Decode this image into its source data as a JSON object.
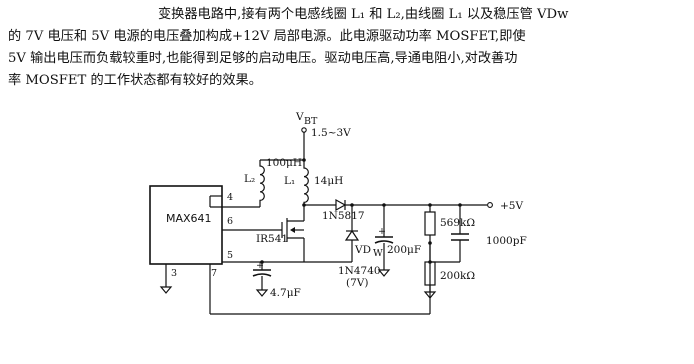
{
  "text": {
    "line1": "变换器电路中,接有两个电感线圈 L₁ 和 L₂,由线圈 L₁ 以及稳压管 VDw",
    "line2": "的 7V 电压和 5V 电源的电压叠加构成+12V 局部电源。此电源驱动功率 MOSFET,即使",
    "line3": "5V 输出电压而负载较重时,也能得到足够的启动电压。驱动电压高,导通电阻小,对改善功",
    "line4": "率 MOSFET 的工作状态都有较好的效果。"
  },
  "diagram": {
    "vbt_label": "V",
    "vbt_sub": "BT",
    "vbt_range": "1.5~3V",
    "chip": "MAX641",
    "pins": {
      "p4": "4",
      "p6": "6",
      "p5": "5",
      "p3": "3",
      "p7": "7"
    },
    "l2_label": "L₂",
    "l2_value": "100μH",
    "l1_label": "L₁",
    "l1_value": "14μH",
    "mosfet": "IR541",
    "diode": "1N5817",
    "zener_label": "VD",
    "zener_sub": "W",
    "zener_part": "1N4740",
    "zener_voltage": "(7V)",
    "cap_in": "4.7μF",
    "cap_out": "200μF",
    "r_top": "569kΩ",
    "r_bottom": "200kΩ",
    "cap_ff": "1000pF",
    "output": "+5V"
  }
}
